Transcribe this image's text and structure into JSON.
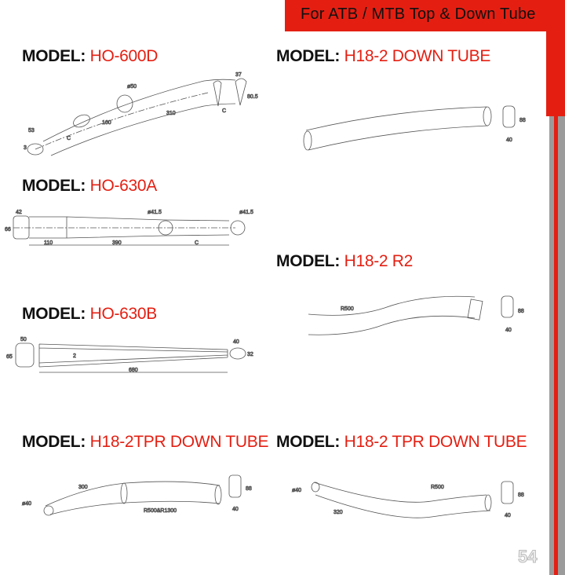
{
  "header": {
    "title": "For ATB / MTB Top & Down Tube"
  },
  "models": [
    {
      "prefix": "MODEL:",
      "name": "HO-600D",
      "dims": [
        "53",
        "3",
        "C",
        "160",
        "ø50",
        "310",
        "C",
        "37",
        "80.5"
      ]
    },
    {
      "prefix": "MODEL:",
      "name": "HO-630A",
      "dims": [
        "42",
        "66",
        "110",
        "390",
        "C",
        "ø41.5",
        "ø41.5"
      ]
    },
    {
      "prefix": "MODEL:",
      "name": "HO-630B",
      "dims": [
        "50",
        "65",
        "2",
        "680",
        "40",
        "32"
      ]
    },
    {
      "prefix": "MODEL:",
      "name": "H18-2TPR DOWN TUBE",
      "dims": [
        "ø40",
        "300",
        "R500&R1300",
        "88",
        "40"
      ]
    },
    {
      "prefix": "MODEL:",
      "name": "H18-2 DOWN TUBE",
      "dims": [
        "88",
        "40"
      ]
    },
    {
      "prefix": "MODEL:",
      "name": "H18-2 R2",
      "dims": [
        "R500",
        "88",
        "40"
      ]
    },
    {
      "prefix": "MODEL:",
      "name": "H18-2 TPR DOWN TUBE",
      "dims": [
        "ø40",
        "320",
        "R500",
        "88",
        "40"
      ]
    }
  ],
  "page_number": "54",
  "colors": {
    "accent": "#e41f12",
    "gray": "#9b9b9b"
  }
}
